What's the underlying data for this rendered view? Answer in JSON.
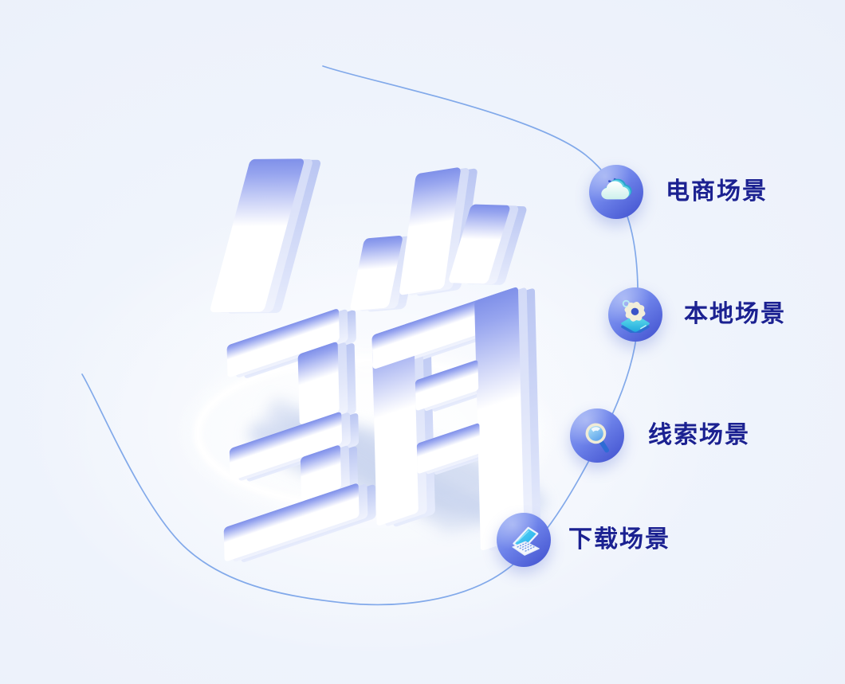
{
  "hero": {
    "character": "销",
    "art_description": "isometric-3d-white-blue-character-on-ring"
  },
  "scenarios": [
    {
      "id": "ecommerce",
      "label": "电商场景",
      "icon": "cloud-icon"
    },
    {
      "id": "local",
      "label": "本地场景",
      "icon": "gear-icon"
    },
    {
      "id": "leads",
      "label": "线索场景",
      "icon": "magnifier-icon"
    },
    {
      "id": "download",
      "label": "下载场景",
      "icon": "laptop-icon"
    }
  ],
  "colors": {
    "background": "#edf2fb",
    "label_text": "#1b2191",
    "arc_line": "#6d9be6",
    "badge_gradient_start": "#93a9f5",
    "badge_gradient_end": "#4353d0",
    "ground_ring": "#ffffff"
  }
}
